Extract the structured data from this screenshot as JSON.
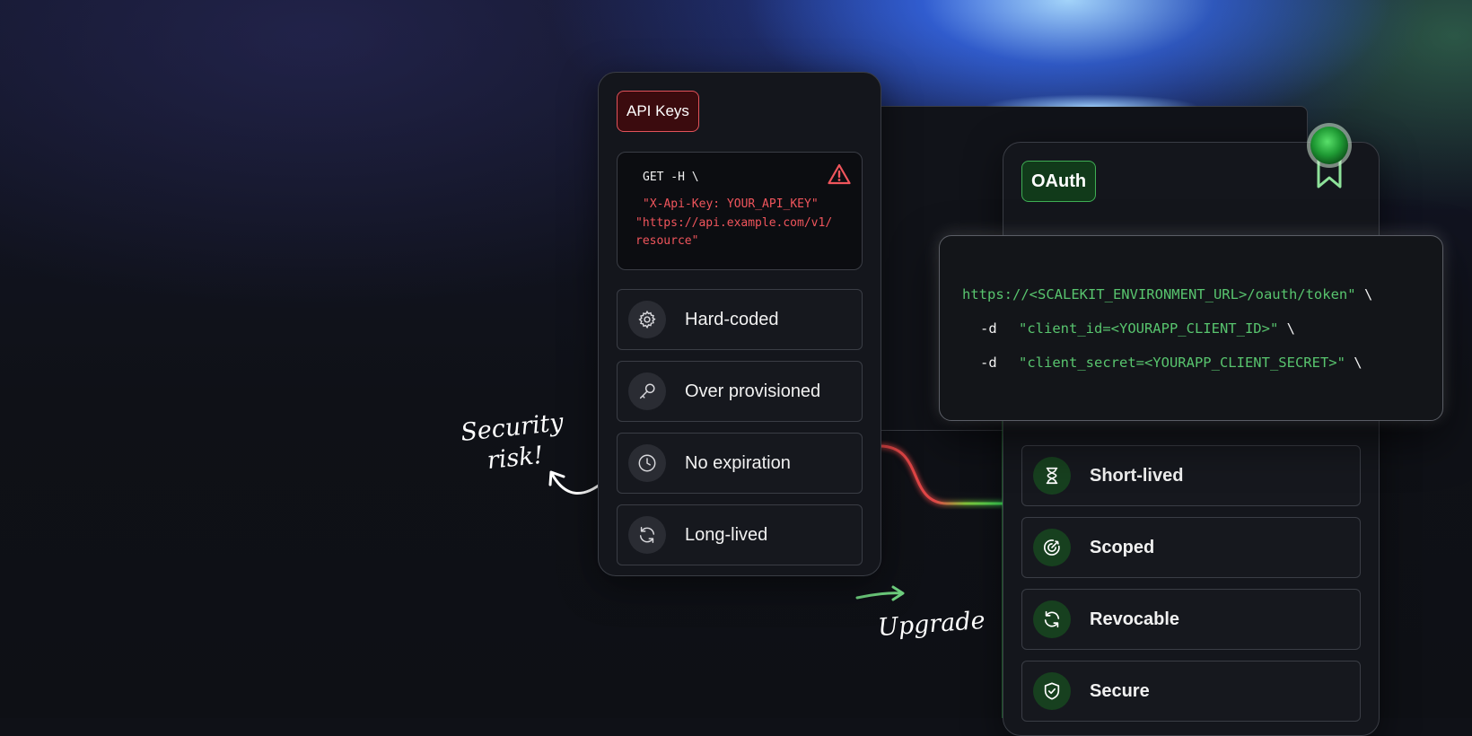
{
  "api_keys": {
    "badge": "API Keys",
    "code": {
      "line1": "GET -H \\",
      "line2": "\"X-Api-Key: YOUR_API_KEY\"",
      "line3": "\"https://api.example.com/v1/",
      "line4": "resource\""
    },
    "items": [
      {
        "label": "Hard-coded",
        "icon": "gear-icon"
      },
      {
        "label": "Over provisioned",
        "icon": "key-icon"
      },
      {
        "label": "No expiration",
        "icon": "clock-icon"
      },
      {
        "label": "Long-lived",
        "icon": "refresh-icon"
      }
    ]
  },
  "oauth": {
    "badge": "OAuth",
    "code": {
      "line1": "https://<SCALEKIT_ENVIRONMENT_URL>/oauth/token\"",
      "line1_suffix": " \\",
      "line2_flag": "-d",
      "line2": "\"client_id=<YOURAPP_CLIENT_ID>\"",
      "line2_suffix": " \\",
      "line3_flag": "-d",
      "line3": "\"client_secret=<YOURAPP_CLIENT_SECRET>\"",
      "line3_suffix": " \\"
    },
    "items": [
      {
        "label": "Short-lived",
        "icon": "hourglass-icon"
      },
      {
        "label": "Scoped",
        "icon": "target-icon"
      },
      {
        "label": "Revocable",
        "icon": "refresh-icon"
      },
      {
        "label": "Secure",
        "icon": "shield-check-icon"
      }
    ]
  },
  "annotations": {
    "security_risk_line1": "Security",
    "security_risk_line2": "risk!",
    "upgrade": "Upgrade"
  },
  "colors": {
    "danger": "#f0555c",
    "success": "#58c46e",
    "background": "#0f1117"
  }
}
